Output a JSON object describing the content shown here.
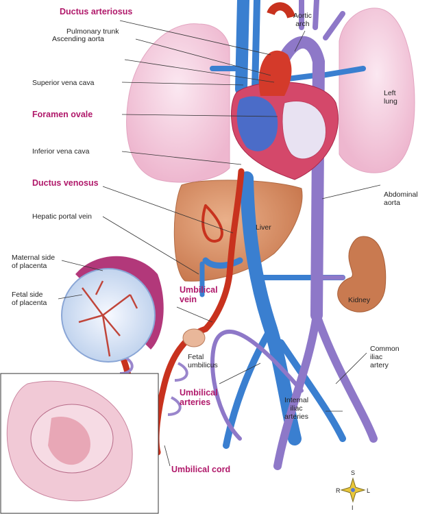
{
  "labels": {
    "ductus_arteriosus": "Ductus arteriosus",
    "pulmonary_trunk": "Pulmonary trunk",
    "ascending_aorta": "Ascending aorta",
    "superior_vena_cava": "Superior vena cava",
    "foramen_ovale": "Foramen ovale",
    "inferior_vena_cava": "Inferior vena cava",
    "ductus_venosus": "Ductus venosus",
    "hepatic_portal_vein": "Hepatic portal vein",
    "maternal_placenta_1": "Maternal side",
    "maternal_placenta_2": "of placenta",
    "fetal_placenta_1": "Fetal side",
    "fetal_placenta_2": "of placenta",
    "umbilical_vein_1": "Umbilical",
    "umbilical_vein_2": "vein",
    "fetal_umbilicus_1": "Fetal",
    "fetal_umbilicus_2": "umbilicus",
    "umbilical_arteries_1": "Umbilical",
    "umbilical_arteries_2": "arteries",
    "umbilical_cord": "Umbilical cord",
    "aortic_arch_1": "Aortic",
    "aortic_arch_2": "arch",
    "left_lung_1": "Left",
    "left_lung_2": "lung",
    "abdominal_aorta_1": "Abdominal",
    "abdominal_aorta_2": "aorta",
    "liver": "Liver",
    "kidney": "Kidney",
    "common_iliac_1": "Common",
    "common_iliac_2": "iliac",
    "common_iliac_3": "artery",
    "internal_iliac_1": "Internal",
    "internal_iliac_2": "iliac",
    "internal_iliac_3": "arteries"
  },
  "compass": {
    "s": "S",
    "i": "I",
    "r": "R",
    "l": "L"
  },
  "colors": {
    "key_label": "#b0186a",
    "vein": "#3a7fd0",
    "oxygenated": "#c8321e",
    "artery_mixed": "#8e78c8",
    "lung": "#f4cfe0",
    "liver": "#d9956c",
    "kidney": "#c97a50"
  }
}
